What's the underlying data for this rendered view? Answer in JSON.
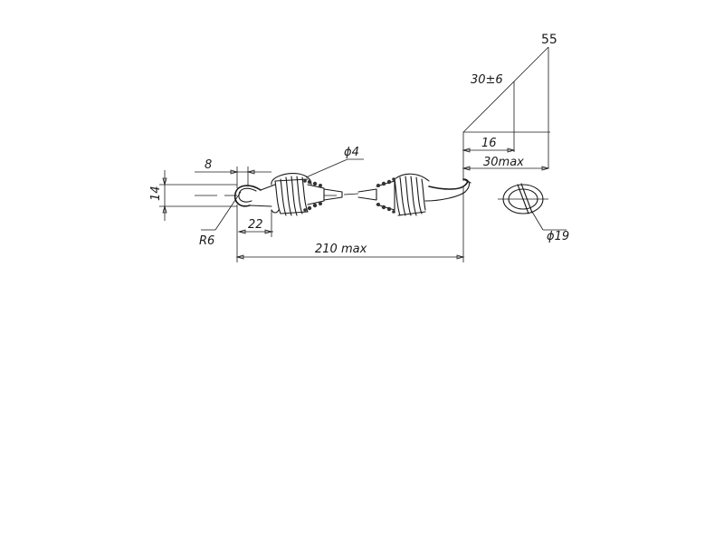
{
  "dimensions": {
    "len_8": "8",
    "dia_wire": "ϕ4",
    "height_14": "14",
    "len_22": "22",
    "radius": "R6",
    "total_len": "210 max",
    "hook_len": "30max",
    "len_16": "16",
    "tolerance": "30±6",
    "roughness": "55",
    "dia_coil": "ϕ19"
  },
  "colors": {
    "ink": "#1a1a1a",
    "paper": "#ffffff"
  }
}
